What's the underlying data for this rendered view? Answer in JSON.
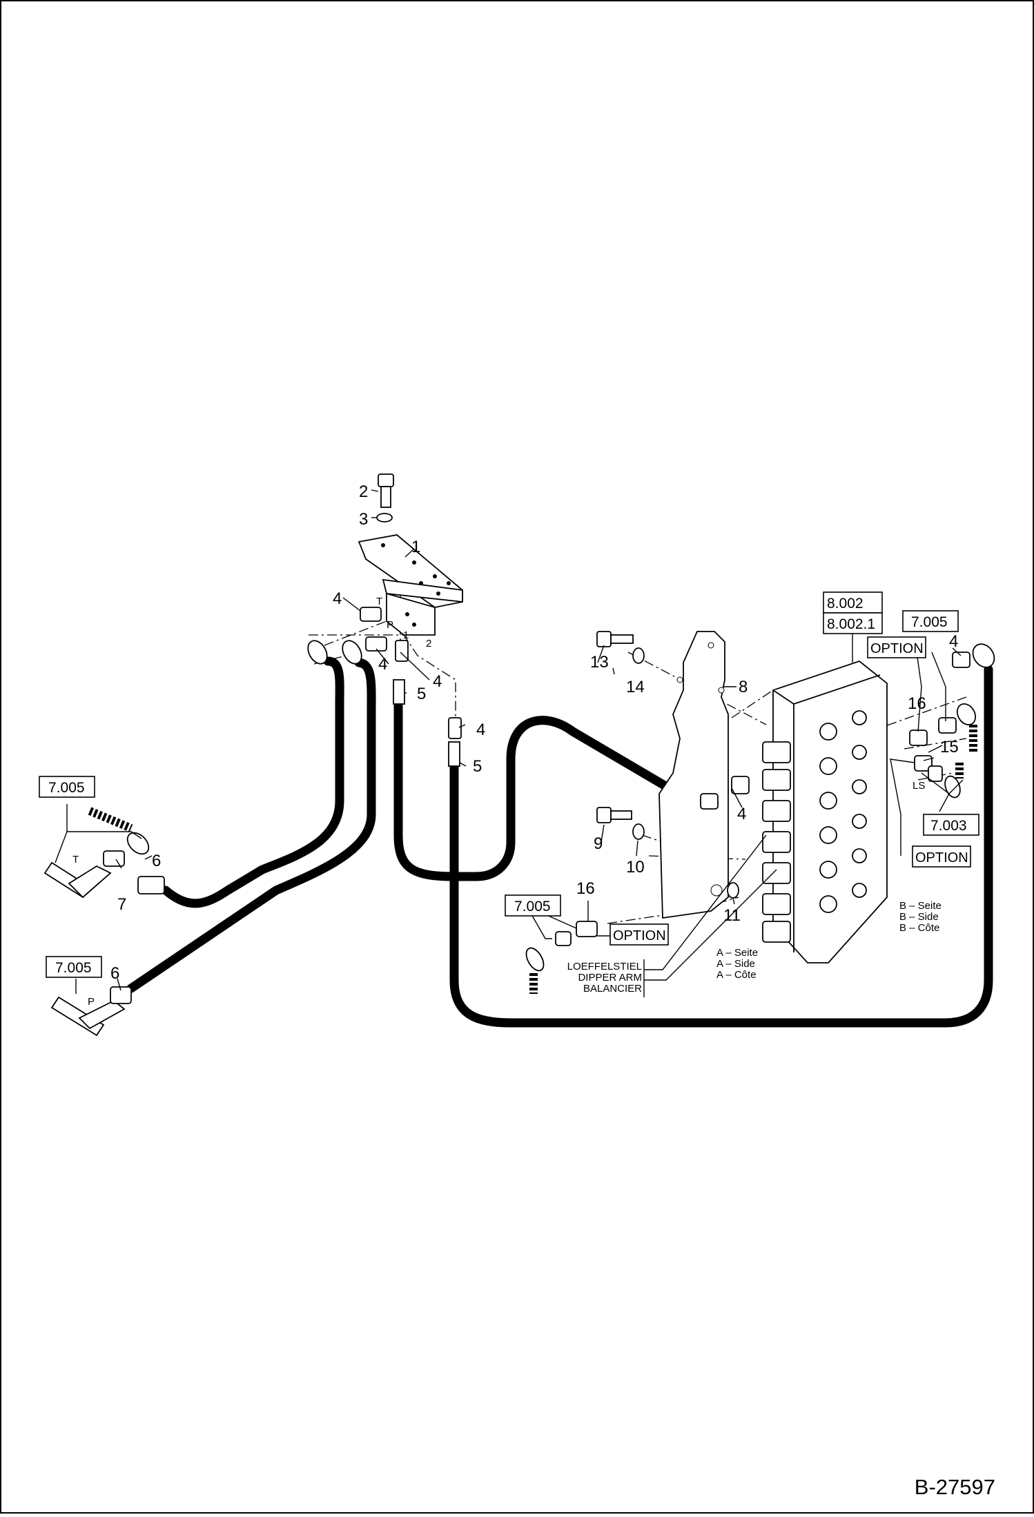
{
  "drawing_number": "B-27597",
  "callouts": {
    "c1": "1",
    "c2": "2",
    "c3": "3",
    "c4": "4",
    "c5": "5",
    "c6": "6",
    "c7": "7",
    "c8": "8",
    "c9": "9",
    "c10": "10",
    "c11": "11",
    "c13": "13",
    "c14": "14",
    "c15": "15",
    "c16": "16"
  },
  "port_labels": {
    "t": "T",
    "p": "P",
    "n1": "1",
    "n2": "2",
    "ls": "LS"
  },
  "references": {
    "r8002": "8.002",
    "r80021": "8.002.1",
    "r7005": "7.005",
    "r7003": "7.003",
    "option": "OPTION"
  },
  "dipper_arm": [
    "LOEFFELSTIEL",
    "DIPPER ARM",
    "BALANCIER"
  ],
  "side_a": [
    "A  –  Seite",
    "A  –  Side",
    "A  –  Côte"
  ],
  "side_b": [
    "B  –  Seite",
    "B  –  Side",
    "B  –  Côte"
  ]
}
